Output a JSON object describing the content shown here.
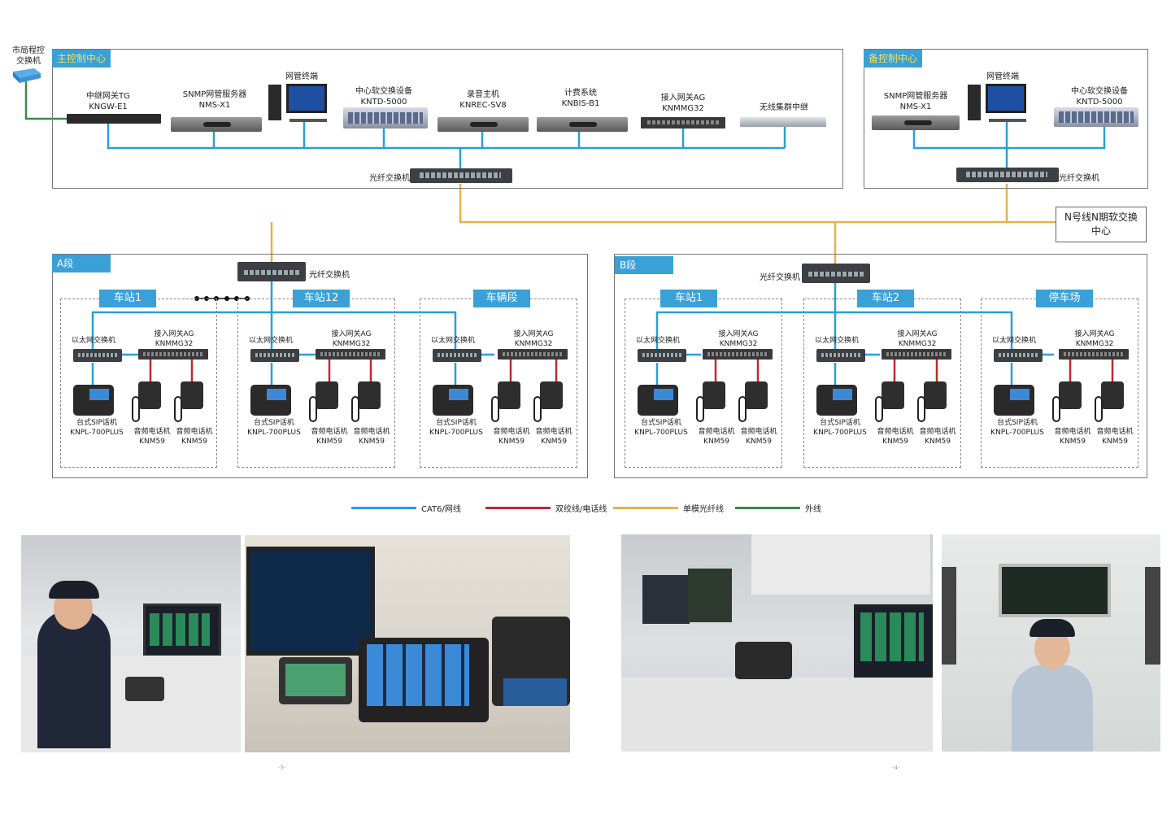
{
  "main_center": {
    "title": "主控制中心",
    "city_switch": "市局程控\n交换机",
    "devices": [
      {
        "name": "中继网关TG",
        "model": "KNGW-E1"
      },
      {
        "name": "SNMP网管服务器",
        "model": "NMS-X1"
      },
      {
        "name": "网管终端",
        "model": ""
      },
      {
        "name": "中心软交换设备",
        "model": "KNTD-5000"
      },
      {
        "name": "录音主机",
        "model": "KNREC-SV8"
      },
      {
        "name": "计费系统",
        "model": "KNBIS-B1"
      },
      {
        "name": "接入网关AG",
        "model": "KNMMG32"
      },
      {
        "name": "无线集群中继",
        "model": ""
      }
    ],
    "switch_label": "光纤交换机"
  },
  "backup_center": {
    "title": "备控制中心",
    "devices": [
      {
        "name": "SNMP网管服务器",
        "model": "NMS-X1"
      },
      {
        "name": "网管终端",
        "model": ""
      },
      {
        "name": "中心软交换设备",
        "model": "KNTD-5000"
      }
    ],
    "switch_label": "光纤交换机"
  },
  "n_line_box": "N号线N期软交换\n中心",
  "section_a": {
    "title": "A段",
    "switch_label": "光纤交换机",
    "stations": [
      {
        "title": "车站1"
      },
      {
        "title": "车站12"
      },
      {
        "title": "车辆段"
      }
    ]
  },
  "section_b": {
    "title": "B段",
    "switch_label": "光纤交换机",
    "stations": [
      {
        "title": "车站1"
      },
      {
        "title": "车站2"
      },
      {
        "title": "停车场"
      }
    ]
  },
  "station_labels": {
    "eth_switch": "以太网交换机",
    "ag_name": "接入网关AG",
    "ag_model": "KNMMG32",
    "sip_name": "台式SIP话机",
    "sip_model": "KNPL-700PLUS",
    "phone_name": "音频电话机",
    "phone_model": "KNM59"
  },
  "legend": [
    {
      "label": "CAT6/网线",
      "color": "#2a9fd6"
    },
    {
      "label": "双绞线/电话线",
      "color": "#c0282d"
    },
    {
      "label": "单模光纤线",
      "color": "#e8b04a"
    },
    {
      "label": "外线",
      "color": "#3a8a4a"
    }
  ],
  "page_numbers": [
    "-3-",
    "-4-"
  ],
  "colors": {
    "cat6": "#2a9fd6",
    "twisted": "#c0282d",
    "fiber": "#e8b04a",
    "outer": "#3a8a4a",
    "tag": "#3aa0d8"
  }
}
